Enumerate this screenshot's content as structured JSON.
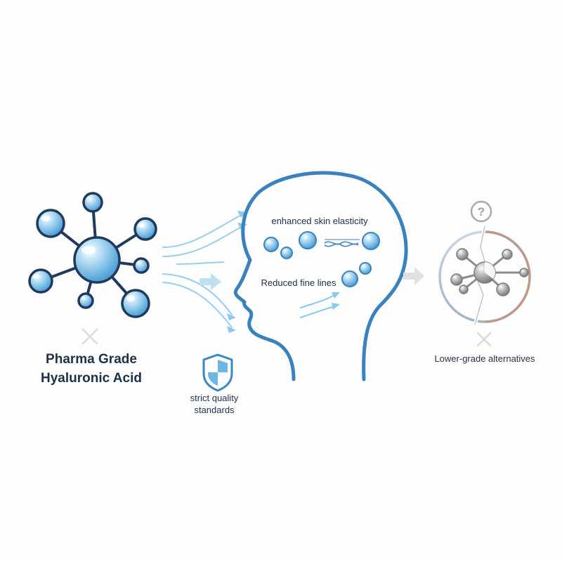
{
  "product": {
    "title_line1": "Pharma Grade",
    "title_line2": "Hyaluronic Acid"
  },
  "quality": {
    "line1": "strict quality",
    "line2": "standards"
  },
  "benefits": {
    "elasticity": "enhanced skin elasticity",
    "fine_lines": "Reduced fine lines"
  },
  "alternative": {
    "label": "Lower-grade alternatives",
    "question_mark": "?"
  },
  "colors": {
    "molecule_blue": "#5aaee0",
    "outline_navy": "#1f3a5c",
    "head_blue": "#3a82bd",
    "flow_blue": "#8cc8ec",
    "gray": "#9a9a9a",
    "copper": "#b99a8c"
  },
  "icons": {
    "product_mark": "x-mark-icon",
    "alternative_mark": "x-mark-icon",
    "quality_badge": "shield-icon",
    "alternative_badge": "question-circle-icon"
  }
}
